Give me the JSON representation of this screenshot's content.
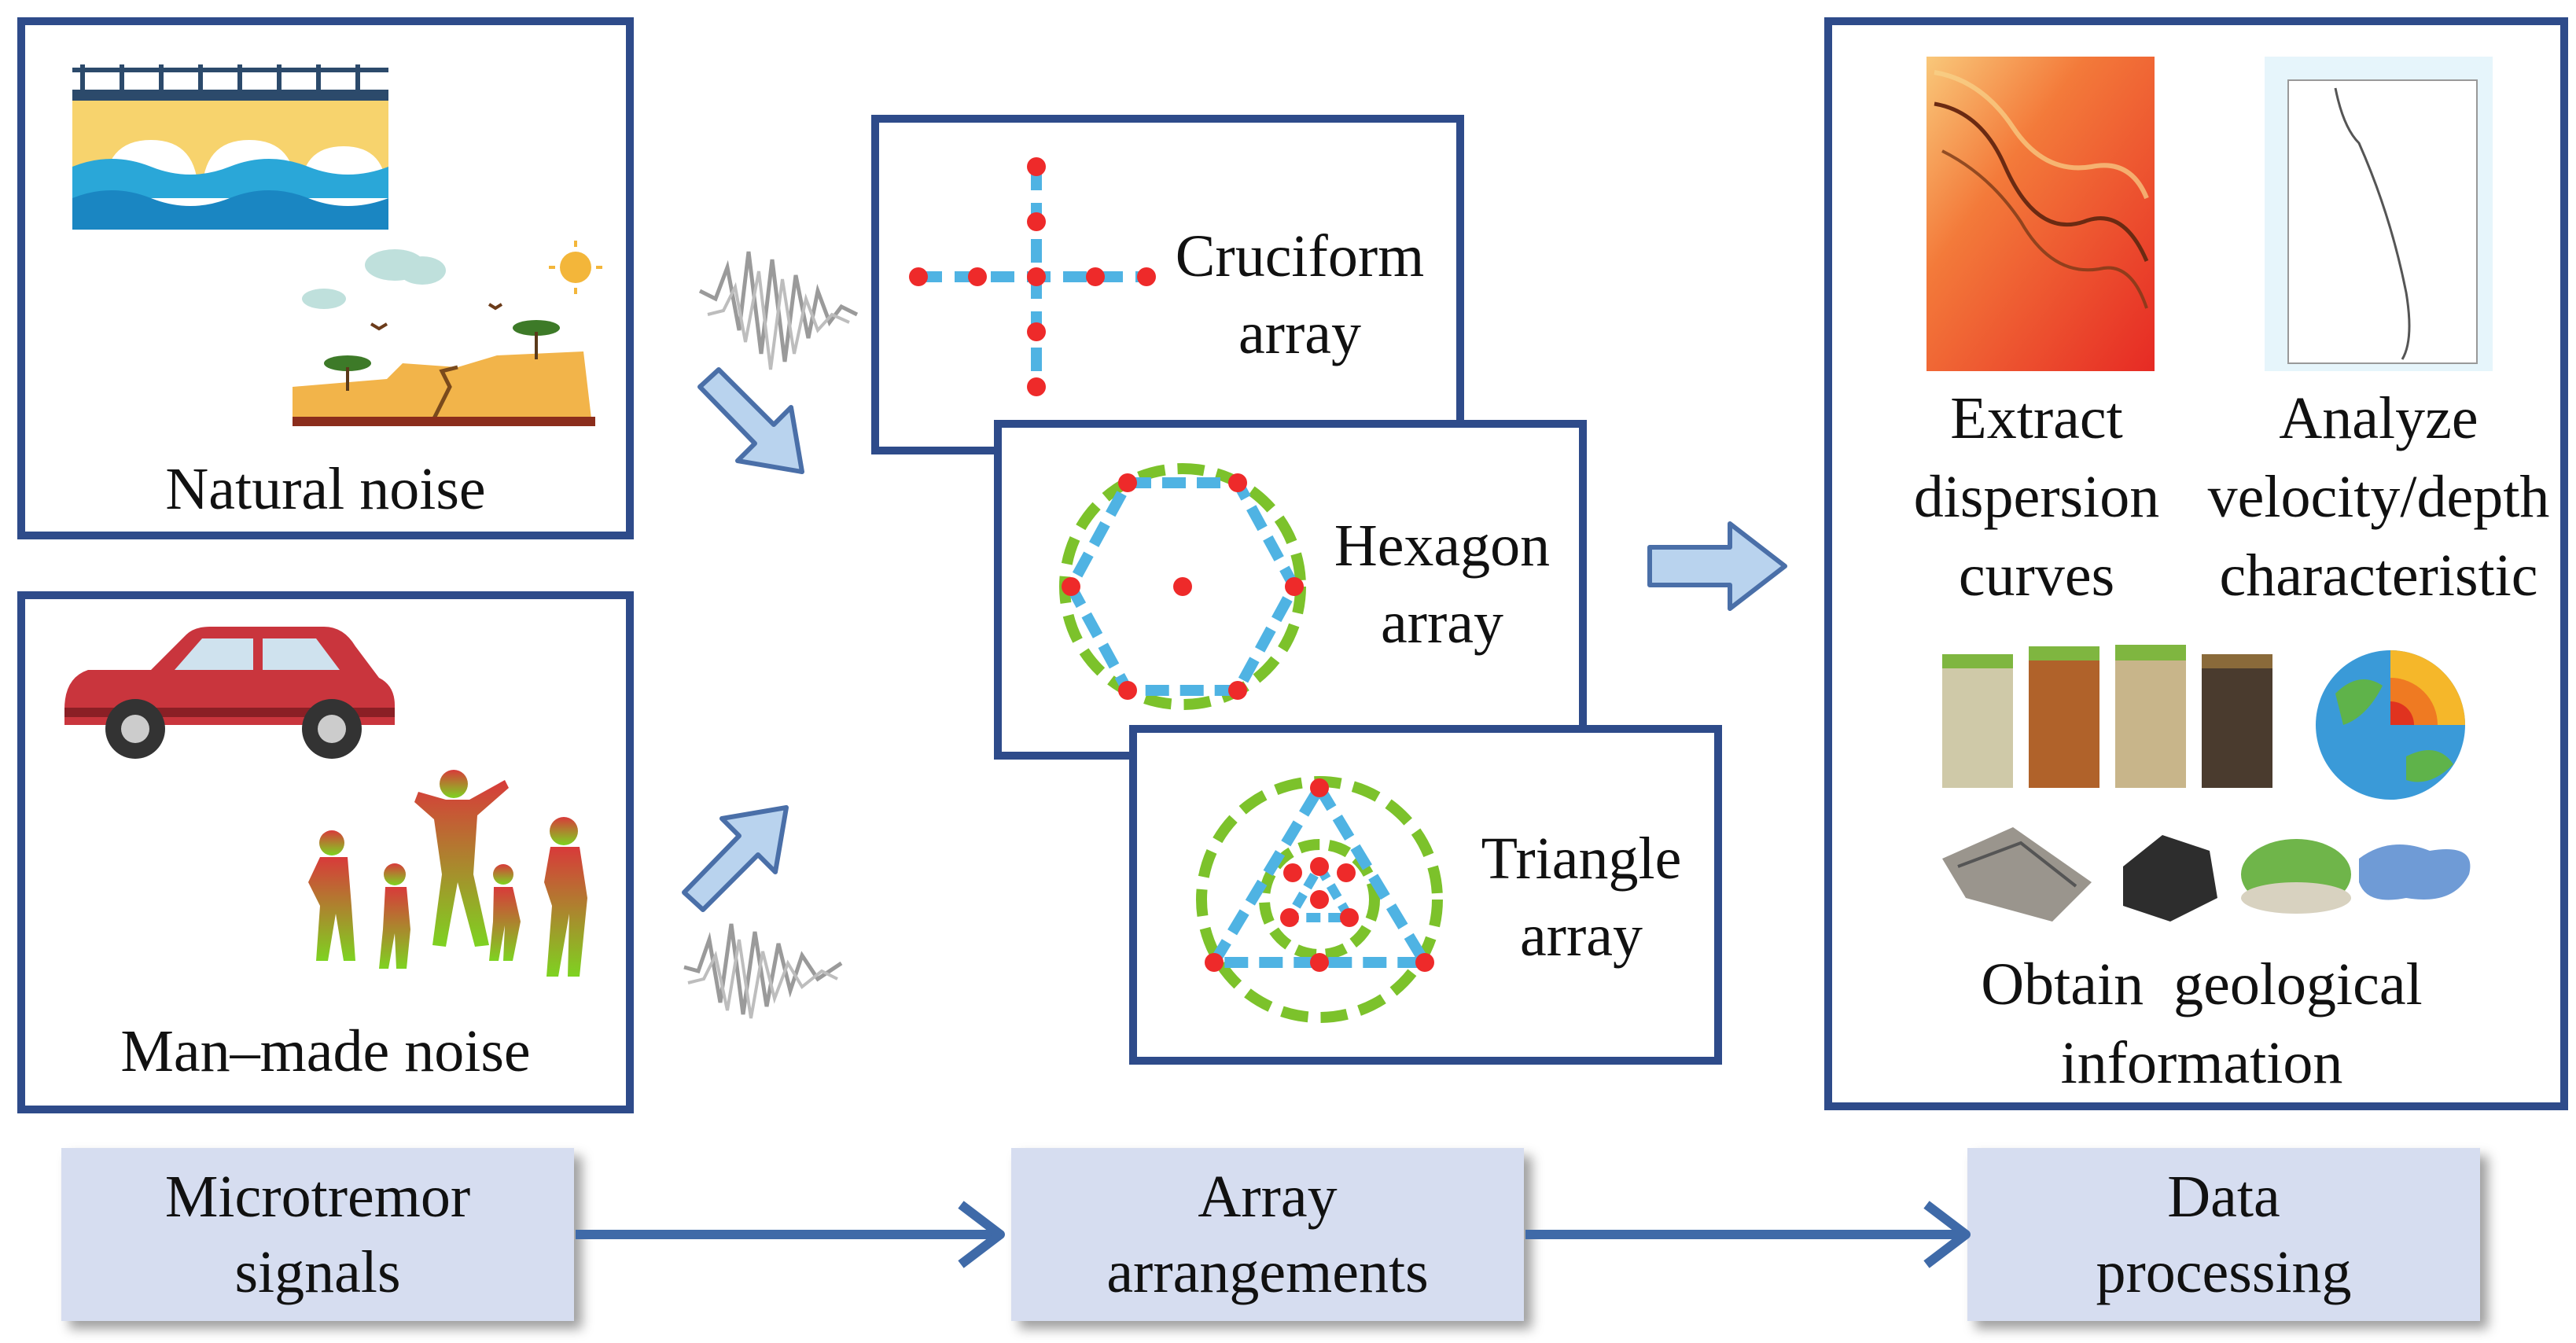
{
  "sources": {
    "natural": {
      "label": "Natural noise"
    },
    "manmade": {
      "label": "Man–made noise"
    }
  },
  "arrays": {
    "cruciform": {
      "line1": "Cruciform",
      "line2": "array"
    },
    "hexagon": {
      "line1": "Hexagon",
      "line2": "array"
    },
    "triangle": {
      "line1": "Triangle",
      "line2": "array"
    }
  },
  "processing": {
    "extract": [
      "Extract",
      "dispersion",
      "curves"
    ],
    "analyze": [
      "Analyze",
      "velocity/depth",
      "characteristic"
    ],
    "obtain": [
      "Obtain  geological",
      "information"
    ]
  },
  "stages": [
    {
      "line1": "Microtremor",
      "line2": "signals"
    },
    {
      "line1": "Array",
      "line2": "arrangements"
    },
    {
      "line1": "Data",
      "line2": "processing"
    }
  ],
  "colors": {
    "frame": "#2e4b8a",
    "stage_fill": "#d6ddf0",
    "array_line": "#4fb3e3",
    "array_circle": "#7cc22b",
    "station": "#ee2a2a",
    "arrow_fill": "#b9d3ee",
    "arrow_stroke": "#4a6fa8"
  },
  "icons": [
    "bridge-icon",
    "landscape-icon",
    "car-icon",
    "people-icon",
    "waveform-icon",
    "dispersion-heatmap-icon",
    "velocity-profile-icon",
    "soil-columns-icon",
    "earth-cutaway-icon",
    "rock-samples-icon"
  ]
}
